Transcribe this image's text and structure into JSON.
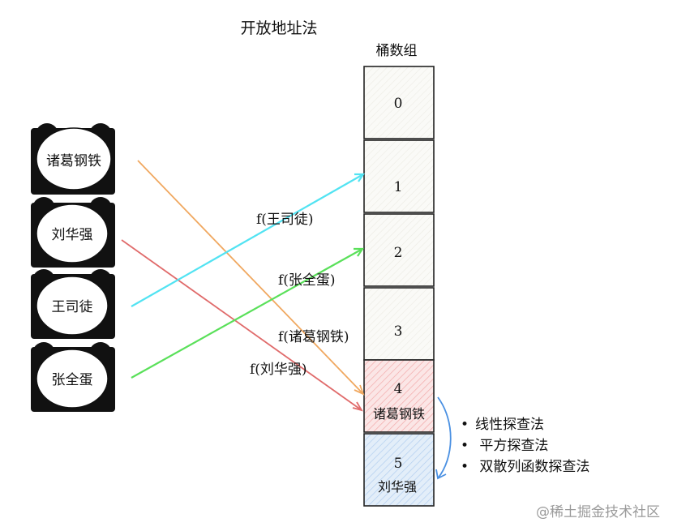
{
  "title": "开放地址法",
  "bucket_header": "桶数组",
  "buckets": [
    {
      "index": "0",
      "occupant": ""
    },
    {
      "index": "1",
      "occupant": ""
    },
    {
      "index": "2",
      "occupant": ""
    },
    {
      "index": "3",
      "occupant": ""
    },
    {
      "index": "4",
      "occupant": "诸葛钢铁"
    },
    {
      "index": "5",
      "occupant": "刘华强"
    }
  ],
  "keys": [
    "诸葛钢铁",
    "刘华强",
    "王司徒",
    "张全蛋"
  ],
  "hash_labels": [
    "f(王司徒)",
    "f(张全蛋)",
    "f(诸葛钢铁)",
    "f(刘华强)"
  ],
  "probe_methods": [
    "线性探查法",
    " 平方探查法",
    " 双散列函数探查法"
  ],
  "watermark": "@稀土掘金技术社区",
  "colors": {
    "cell_fill": "#f8f7f3",
    "cell_red": "#f9dcdc",
    "cell_blue": "#d7e6f5",
    "arrow_orange": "#f0a860",
    "arrow_red": "#e06b6b",
    "arrow_cyan": "#52e3f2",
    "arrow_green": "#5ae05a",
    "probe_blue": "#4a90e2"
  }
}
